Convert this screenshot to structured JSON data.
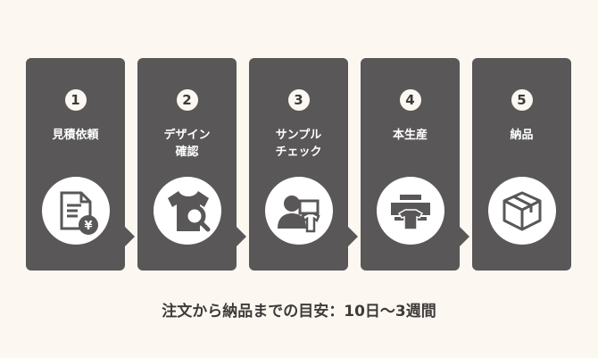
{
  "steps": [
    {
      "number": "1",
      "label": "見積依頼",
      "icon": "quote-document-yen-icon"
    },
    {
      "number": "2",
      "label": "デザイン\n確認",
      "icon": "tshirt-magnifier-icon"
    },
    {
      "number": "3",
      "label": "サンプル\nチェック",
      "icon": "person-sample-icon"
    },
    {
      "number": "4",
      "label": "本生産",
      "icon": "printer-tshirt-icon"
    },
    {
      "number": "5",
      "label": "納品",
      "icon": "box-icon"
    }
  ],
  "caption": "注文から納品までの目安：10日〜3週間",
  "colors": {
    "card": "#595757",
    "background": "#fcf8f1",
    "text": "#3e3a39"
  }
}
